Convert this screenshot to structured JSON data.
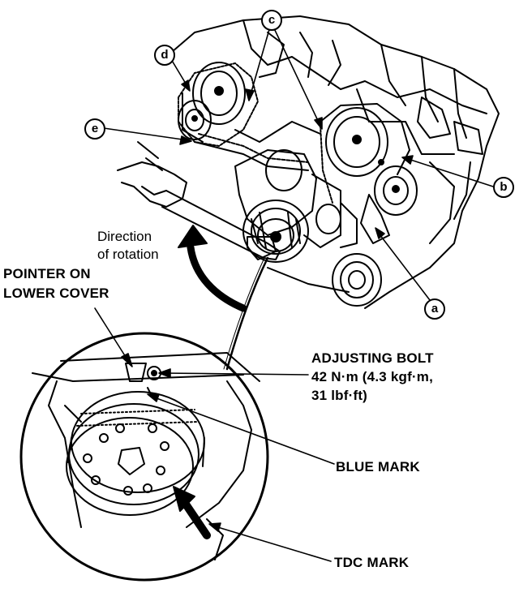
{
  "labels": {
    "pointer_line1": "POINTER ON",
    "pointer_line2": "LOWER COVER",
    "direction_line1": "Direction",
    "direction_line2": "of rotation",
    "adjusting_line1": "ADJUSTING BOLT",
    "adjusting_line2": "42 N·m (4.3 kgf·m,",
    "adjusting_line3": "31 lbf·ft)",
    "blue_mark": "BLUE MARK",
    "tdc_mark": "TDC MARK"
  },
  "callouts": {
    "a": "a",
    "b": "b",
    "c": "c",
    "d": "d",
    "e": "e"
  }
}
